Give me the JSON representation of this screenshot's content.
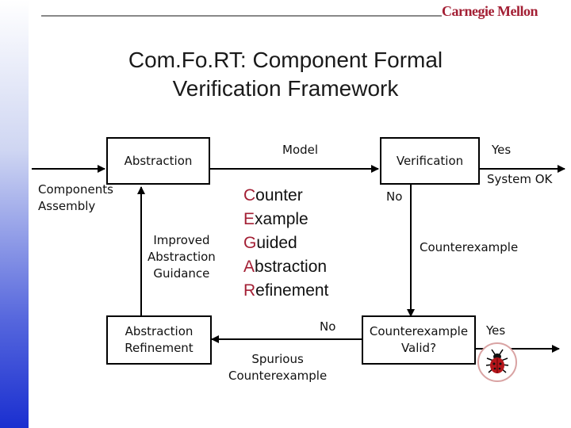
{
  "logo": "Carnegie Mellon",
  "title_line1": "Com.Fo.RT: Component Formal",
  "title_line2": "Verification Framework",
  "diagram": {
    "abstraction": "Abstraction",
    "model": "Model",
    "verification": "Verification",
    "yes_top": "Yes",
    "system_ok": "System OK",
    "components_assembly": "Components\nAssembly",
    "no_verification": "No",
    "counterexample": "Counterexample",
    "improved_guidance": "Improved\nAbstraction\nGuidance",
    "cegar": [
      {
        "initial": "C",
        "rest": "ounter"
      },
      {
        "initial": "E",
        "rest": "xample"
      },
      {
        "initial": "G",
        "rest": "uided"
      },
      {
        "initial": "A",
        "rest": "bstraction"
      },
      {
        "initial": "R",
        "rest": "efinement"
      }
    ],
    "abstraction_refinement": "Abstraction\nRefinement",
    "no_valid": "No",
    "spurious": "Spurious\nCounterexample",
    "counterexample_valid": "Counterexample\nValid?",
    "yes_bottom": "Yes"
  }
}
